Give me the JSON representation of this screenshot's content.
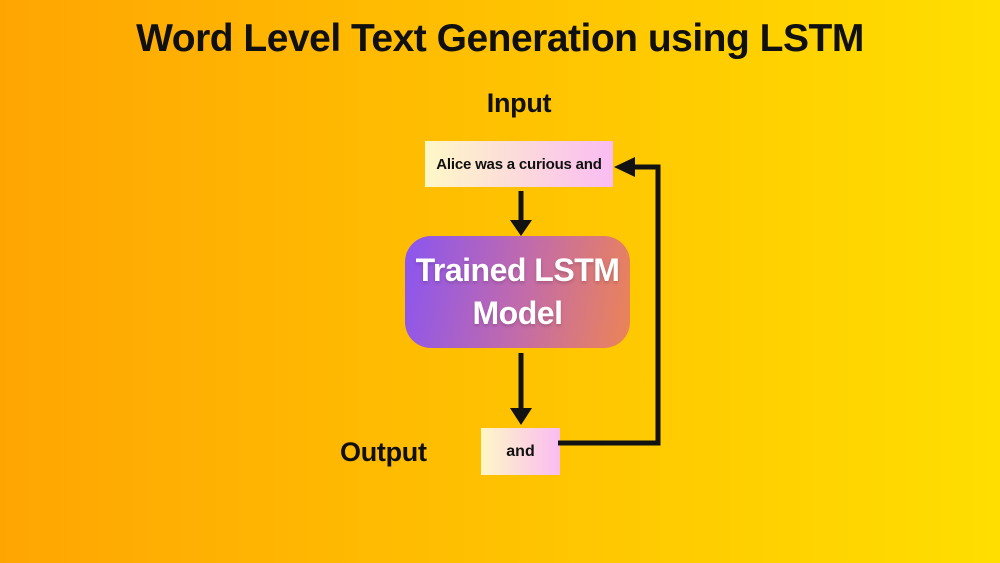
{
  "title": "Word Level Text Generation using LSTM",
  "labels": {
    "input": "Input",
    "output": "Output"
  },
  "nodes": {
    "input_box": {
      "text": "Alice was a curious and"
    },
    "model_box": {
      "text": "Trained LSTM\nModel"
    },
    "output_box": {
      "text": "and"
    }
  },
  "connectors": [
    {
      "name": "arrow-input-to-model",
      "direction": "down"
    },
    {
      "name": "arrow-model-to-output",
      "direction": "down"
    },
    {
      "name": "feedback-loop-output-to-input",
      "direction": "right-up-left"
    }
  ],
  "colors": {
    "bg_left": "#FFA502",
    "bg_right": "#FFDE00",
    "box_light_left": "#FEF8C6",
    "box_light_right": "#FABCF2",
    "model_left": "#8A55F0",
    "model_mid": "#C26BAB",
    "model_right": "#EC8456",
    "model_text": "#FFFFFF",
    "text": "#101010",
    "arrow": "#121212"
  }
}
